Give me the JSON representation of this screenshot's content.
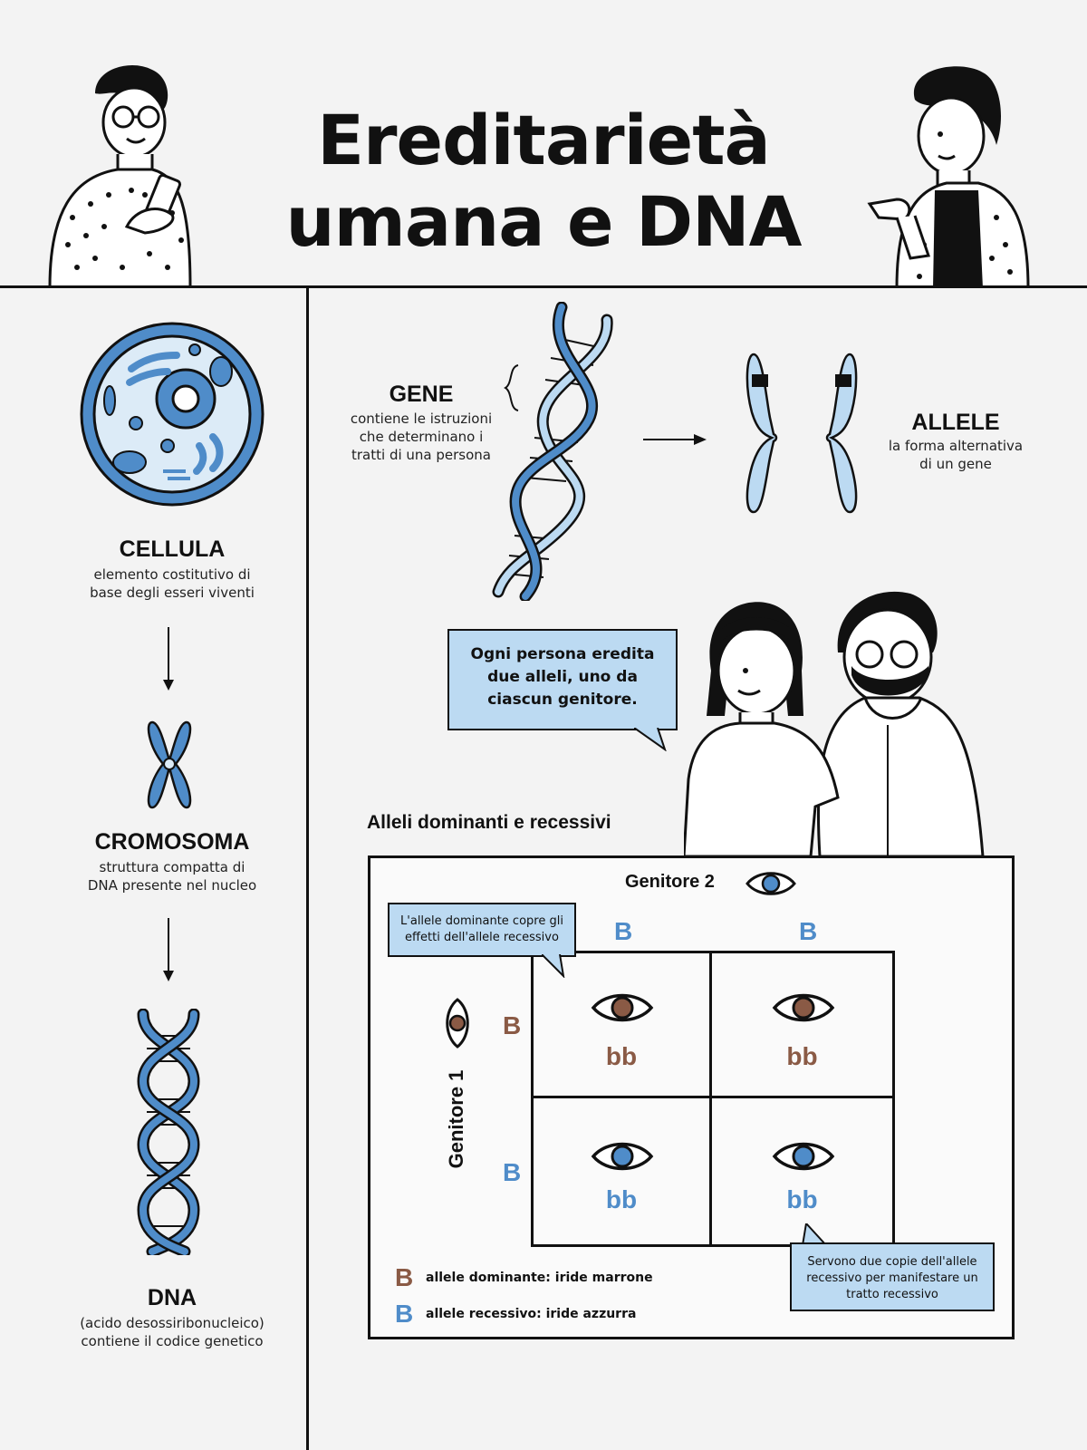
{
  "header": {
    "title_line1": "Ereditarietà",
    "title_line2": "umana e DNA"
  },
  "left_column": {
    "cell": {
      "title": "CELLULA",
      "desc_line1": "elemento costitutivo di",
      "desc_line2": "base degli esseri viventi"
    },
    "chromosome": {
      "title": "CROMOSOMA",
      "desc_line1": "struttura compatta di",
      "desc_line2": "DNA presente nel nucleo"
    },
    "dna": {
      "title": "DNA",
      "desc_line1": "(acido desossiribonucleico)",
      "desc_line2": "contiene il codice genetico"
    }
  },
  "gene": {
    "title": "GENE",
    "desc_line1": "contiene le istruzioni",
    "desc_line2": "che determinano i",
    "desc_line3": "tratti di una persona"
  },
  "allele": {
    "title": "ALLELE",
    "desc_line1": "la forma alternativa",
    "desc_line2": "di un gene"
  },
  "speech_bubble": {
    "line1": "Ogni persona eredita",
    "line2": "due alleli, uno da",
    "line3": "ciascun genitore."
  },
  "punnett": {
    "section_title": "Alleli dominanti e recessivi",
    "parent2_label": "Genitore 2",
    "parent1_label": "Genitore 1",
    "parent2_alleles": [
      "B",
      "B"
    ],
    "parent1_alleles": [
      "B",
      "B"
    ],
    "cells": [
      {
        "genotype": "bb",
        "eye": "brown"
      },
      {
        "genotype": "bb",
        "eye": "brown"
      },
      {
        "genotype": "bb",
        "eye": "blue"
      },
      {
        "genotype": "bb",
        "eye": "blue"
      }
    ],
    "callout_dominant": {
      "line1": "L'allele dominante copre gli",
      "line2": "effetti dell'allele recessivo"
    },
    "callout_recessive": {
      "line1": "Servono due copie dell'allele",
      "line2": "recessivo per manifestare un",
      "line3": "tratto recessivo"
    },
    "legend": [
      {
        "letter": "B",
        "text": "allele dominante: iride marrone",
        "color": "brown"
      },
      {
        "letter": "B",
        "text": "allele recessivo: iride azzurra",
        "color": "blue"
      }
    ]
  },
  "colors": {
    "accent_blue": "#4f8cc9",
    "light_blue": "#bcdaf2",
    "brown": "#8a5a45",
    "background": "#f3f3f3"
  }
}
